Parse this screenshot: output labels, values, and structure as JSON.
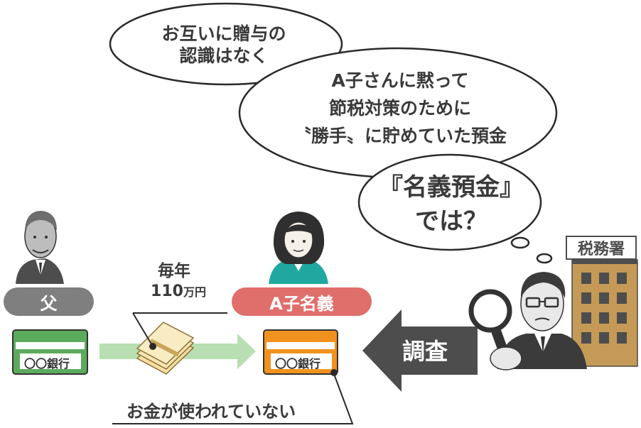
{
  "bubbles": {
    "bubble1_line1": "お互いに贈与の",
    "bubble1_line2": "認識はなく",
    "bubble2_line1": "A子さんに黙って",
    "bubble2_line2": "節税対策のために",
    "bubble2_line3": "〝勝手〟に貯めていた預金",
    "bubble3_line1": "『名義預金』",
    "bubble3_line2": "では？"
  },
  "people": {
    "father_label": "父",
    "daughter_label": "A子名義"
  },
  "transfer": {
    "annual_line1": "毎年",
    "annual_amount": "110",
    "annual_unit": "万円"
  },
  "cards": {
    "father_card_label": "〇〇銀行",
    "daughter_card_label": "〇〇銀行"
  },
  "notes": {
    "unused": "お金が使われていない"
  },
  "investigation": {
    "action": "調査",
    "office_label": "税務署"
  },
  "colors": {
    "father_pill": "#7f7f7f",
    "daughter_pill": "#e06e6b",
    "father_card": "#5cab5c",
    "daughter_card": "#f2921e",
    "arrow_transfer": "#b8dfb1",
    "arrow_investigate": "#4d4d4d",
    "building": "#c59a56"
  },
  "icons": {
    "father": "man-icon",
    "daughter": "woman-icon",
    "inspector": "inspector-icon",
    "magnifier": "magnifier-icon",
    "money": "money-bundle-icon",
    "building": "tax-office-icon"
  }
}
